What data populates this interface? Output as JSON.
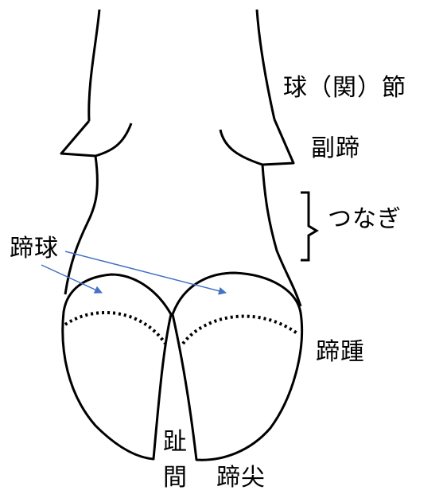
{
  "labels": {
    "fetlock": "球（関）節",
    "dewclaw": "副蹄",
    "pastern": "つなぎ",
    "bulb": "蹄球",
    "heel": "蹄踵",
    "interdigital_top": "趾",
    "interdigital_bottom": "間",
    "toe": "蹄尖"
  },
  "colors": {
    "outline": "#000000",
    "arrow": "#4472C4",
    "background": "#ffffff"
  }
}
